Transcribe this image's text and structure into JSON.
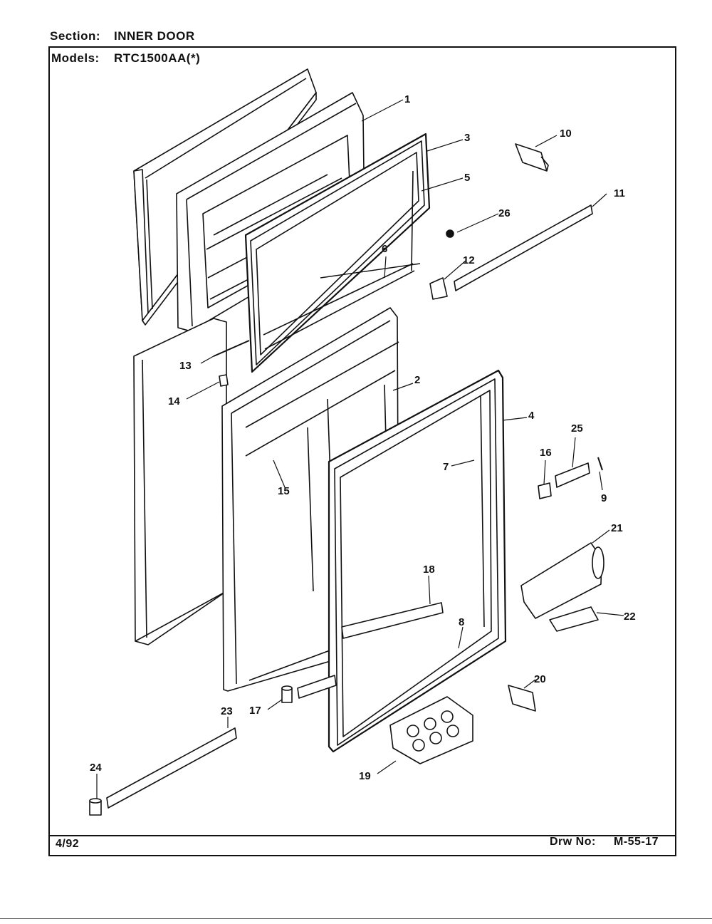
{
  "header": {
    "section_label": "Section:",
    "section_value": "INNER DOOR",
    "models_label": "Models:",
    "models_value": "RTC1500AA(*)"
  },
  "footer": {
    "date": "4/92",
    "drawing_label": "Drw No:",
    "drawing_number": "M-55-17"
  },
  "callouts": [
    "1",
    "2",
    "3",
    "4",
    "5",
    "6",
    "7",
    "8",
    "9",
    "10",
    "11",
    "12",
    "13",
    "14",
    "15",
    "16",
    "17",
    "18",
    "19",
    "20",
    "21",
    "22",
    "23",
    "24",
    "25",
    "26"
  ]
}
